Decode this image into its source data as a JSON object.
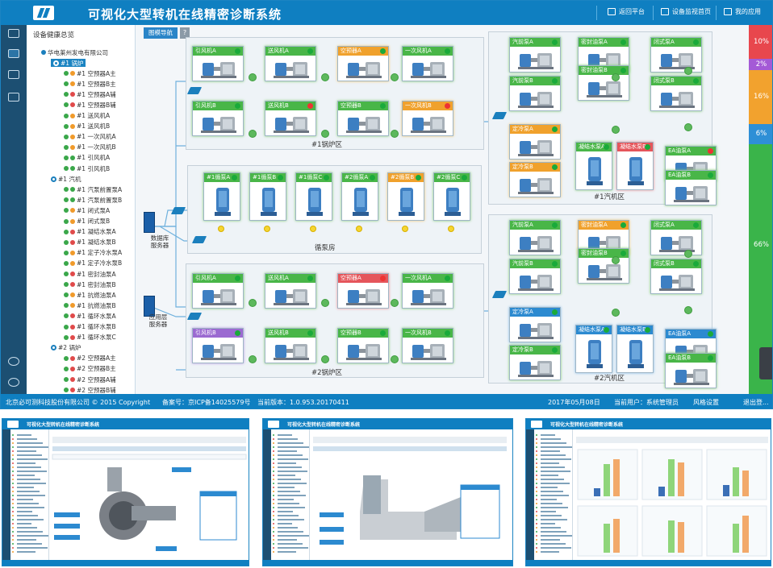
{
  "app": {
    "title": "可视化大型转机在线精密诊断系统"
  },
  "topnav": {
    "back": "返回平台",
    "monitor": "设备监视首页",
    "apps": "我的应用"
  },
  "tree": {
    "title": "设备健康总览",
    "root": "华电莱州发电有限公司",
    "groups": [
      {
        "label": "#1 锅炉",
        "selected": true,
        "items": [
          {
            "label": "#1 空预器A主",
            "s1": "#3aa74a",
            "s2": "#f09a2a"
          },
          {
            "label": "#1 空预器B主",
            "s1": "#3aa74a",
            "s2": "#f09a2a"
          },
          {
            "label": "#1 空预器A辅",
            "s1": "#3aa74a",
            "s2": "#e04a4a"
          },
          {
            "label": "#1 空预器B辅",
            "s1": "#3aa74a",
            "s2": "#e04a4a"
          },
          {
            "label": "#1 送风机A",
            "s1": "#3aa74a",
            "s2": "#f09a2a"
          },
          {
            "label": "#1 送风机B",
            "s1": "#3aa74a",
            "s2": "#f09a2a"
          },
          {
            "label": "#1 一次风机A",
            "s1": "#3aa74a",
            "s2": "#f09a2a"
          },
          {
            "label": "#1 一次风机B",
            "s1": "#3aa74a",
            "s2": "#f09a2a"
          },
          {
            "label": "#1 引风机A",
            "s1": "#3aa74a",
            "s2": "#3aa74a"
          },
          {
            "label": "#1 引风机B",
            "s1": "#3aa74a",
            "s2": "#3aa74a"
          }
        ]
      },
      {
        "label": "#1 汽机",
        "selected": false,
        "items": [
          {
            "label": "#1 汽泵前置泵A",
            "s1": "#3aa74a",
            "s2": "#3aa74a"
          },
          {
            "label": "#1 汽泵前置泵B",
            "s1": "#3aa74a",
            "s2": "#3aa74a"
          },
          {
            "label": "#1 闭式泵A",
            "s1": "#3aa74a",
            "s2": "#f09a2a"
          },
          {
            "label": "#1 闭式泵B",
            "s1": "#3aa74a",
            "s2": "#f09a2a"
          },
          {
            "label": "#1 凝结水泵A",
            "s1": "#3aa74a",
            "s2": "#e04a4a"
          },
          {
            "label": "#1 凝结水泵B",
            "s1": "#3aa74a",
            "s2": "#e04a4a"
          },
          {
            "label": "#1 定子冷水泵A",
            "s1": "#3aa74a",
            "s2": "#f09a2a"
          },
          {
            "label": "#1 定子冷水泵B",
            "s1": "#3aa74a",
            "s2": "#f09a2a"
          },
          {
            "label": "#1 密封油泵A",
            "s1": "#3aa74a",
            "s2": "#e04a4a"
          },
          {
            "label": "#1 密封油泵B",
            "s1": "#3aa74a",
            "s2": "#e04a4a"
          },
          {
            "label": "#1 抗燃油泵A",
            "s1": "#3aa74a",
            "s2": "#f09a2a"
          },
          {
            "label": "#1 抗燃油泵B",
            "s1": "#3aa74a",
            "s2": "#f09a2a"
          },
          {
            "label": "#1 循环水泵A",
            "s1": "#3aa74a",
            "s2": "#e04a4a"
          },
          {
            "label": "#1 循环水泵B",
            "s1": "#3aa74a",
            "s2": "#e04a4a"
          },
          {
            "label": "#1 循环水泵C",
            "s1": "#3aa74a",
            "s2": "#e04a4a"
          }
        ]
      },
      {
        "label": "#2 锅炉",
        "selected": false,
        "items": [
          {
            "label": "#2 空预器A主",
            "s1": "#3aa74a",
            "s2": "#e04a4a"
          },
          {
            "label": "#2 空预器B主",
            "s1": "#3aa74a",
            "s2": "#e04a4a"
          },
          {
            "label": "#2 空预器A辅",
            "s1": "#3aa74a",
            "s2": "#e04a4a"
          },
          {
            "label": "#2 空预器B辅",
            "s1": "#3aa74a",
            "s2": "#e04a4a"
          }
        ]
      }
    ]
  },
  "canvas": {
    "nav_tab": "图模导航",
    "nav_help": "?",
    "zones": {
      "boiler1": "#1锅炉区",
      "pump_house": "循泵房",
      "boiler2": "#2锅炉区",
      "turbine1": "#1汽机区",
      "turbine2": "#2汽机区"
    },
    "servers": {
      "db": "数据库服务器",
      "app": "应用层服务器"
    },
    "boiler1": [
      {
        "label": "引风机A",
        "cls": "g",
        "st": "#1aaa3a"
      },
      {
        "label": "送风机A",
        "cls": "g",
        "st": "#1aaa3a"
      },
      {
        "label": "空预器A",
        "cls": "o",
        "st": "#1aaa3a"
      },
      {
        "label": "一次风机A",
        "cls": "g",
        "st": "#1aaa3a"
      },
      {
        "label": "引风机B",
        "cls": "g",
        "st": "#1aaa3a"
      },
      {
        "label": "送风机B",
        "cls": "g",
        "st": "#e33"
      },
      {
        "label": "空预器B",
        "cls": "g",
        "st": "#1aaa3a"
      },
      {
        "label": "一次风机B",
        "cls": "o",
        "st": "#e33"
      }
    ],
    "pumps": [
      {
        "label": "#1循泵A",
        "cls": "g",
        "st": "#1aaa3a"
      },
      {
        "label": "#1循泵B",
        "cls": "g",
        "st": "#1aaa3a"
      },
      {
        "label": "#1循泵C",
        "cls": "g",
        "st": "#1aaa3a"
      },
      {
        "label": "#2循泵A",
        "cls": "g",
        "st": "#1aaa3a"
      },
      {
        "label": "#2循泵B",
        "cls": "o",
        "st": "#1aaa3a"
      },
      {
        "label": "#2循泵C",
        "cls": "g",
        "st": "#1aaa3a"
      }
    ],
    "boiler2": [
      {
        "label": "引风机A",
        "cls": "g",
        "st": "#1aaa3a"
      },
      {
        "label": "送风机A",
        "cls": "g",
        "st": "#1aaa3a"
      },
      {
        "label": "空预器A",
        "cls": "r",
        "st": "#e33"
      },
      {
        "label": "一次风机A",
        "cls": "g",
        "st": "#1aaa3a"
      },
      {
        "label": "引风机B",
        "cls": "p",
        "st": "#1aaa3a"
      },
      {
        "label": "送风机B",
        "cls": "g",
        "st": "#1aaa3a"
      },
      {
        "label": "空预器B",
        "cls": "g",
        "st": "#1aaa3a"
      },
      {
        "label": "一次风机B",
        "cls": "g",
        "st": "#1aaa3a"
      }
    ],
    "turbine1": [
      {
        "label": "汽前泵A",
        "cls": "g",
        "st": "#1aaa3a"
      },
      {
        "label": "密封油泵A",
        "cls": "g",
        "st": "#1aaa3a"
      },
      {
        "label": "闭式泵A",
        "cls": "g",
        "st": "#1aaa3a"
      },
      {
        "label": "汽前泵B",
        "cls": "g",
        "st": "#1aaa3a"
      },
      {
        "label": "密封油泵B",
        "cls": "g",
        "st": "#1aaa3a"
      },
      {
        "label": "闭式泵B",
        "cls": "g",
        "st": "#1aaa3a"
      },
      {
        "label": "定冷泵A",
        "cls": "o",
        "st": "#1aaa3a"
      },
      {
        "label": "凝结水泵A",
        "cls": "g",
        "st": "#1aaa3a"
      },
      {
        "label": "凝结水泵B",
        "cls": "r",
        "st": "#1aaa3a"
      },
      {
        "label": "EA油泵A",
        "cls": "g",
        "st": "#e33"
      },
      {
        "label": "定冷泵B",
        "cls": "o",
        "st": "#1aaa3a"
      },
      {
        "label": "EA油泵B",
        "cls": "g",
        "st": "#1aaa3a"
      }
    ],
    "turbine2": [
      {
        "label": "汽前泵A",
        "cls": "g",
        "st": "#1aaa3a"
      },
      {
        "label": "密封油泵A",
        "cls": "o",
        "st": "#1aaa3a"
      },
      {
        "label": "闭式泵A",
        "cls": "g",
        "st": "#1aaa3a"
      },
      {
        "label": "汽前泵B",
        "cls": "g",
        "st": "#1aaa3a"
      },
      {
        "label": "密封油泵B",
        "cls": "g",
        "st": "#1aaa3a"
      },
      {
        "label": "闭式泵B",
        "cls": "g",
        "st": "#1aaa3a"
      },
      {
        "label": "定冷泵A",
        "cls": "b",
        "st": "#1aaa3a"
      },
      {
        "label": "凝结水泵A",
        "cls": "b",
        "st": "#1aaa3a"
      },
      {
        "label": "凝结水泵B",
        "cls": "b",
        "st": "#1aaa3a"
      },
      {
        "label": "EA油泵A",
        "cls": "b",
        "st": "#1aaa3a"
      },
      {
        "label": "定冷泵B",
        "cls": "g",
        "st": "#1aaa3a"
      },
      {
        "label": "EA油泵B",
        "cls": "g",
        "st": "#1aaa3a"
      }
    ]
  },
  "health_bar": [
    {
      "label": "10%",
      "value": 10,
      "color": "#e8474d"
    },
    {
      "label": "2%",
      "value": 2,
      "color": "#a45ad6"
    },
    {
      "label": "16%",
      "value": 16,
      "color": "#f2a22e"
    },
    {
      "label": "6%",
      "value": 6,
      "color": "#2e8fd6"
    },
    {
      "label": "66%",
      "value": 66,
      "color": "#3ab44a"
    }
  ],
  "status": {
    "copyright": "北京必可测科技股份有限公司 © 2015 Copyright",
    "icp": "备案号：京ICP备14025579号",
    "version": "当前版本：1.0.953.20170411",
    "date": "2017年05月08日",
    "user": "当前用户：系统管理员",
    "style": "风格设置",
    "logout": "退出登..."
  },
  "thumbs": [
    {
      "title": "可视化大型转机在线精密诊断系统"
    },
    {
      "title": "可视化大型转机在线精密诊断系统"
    },
    {
      "title": "可视化大型转机在线精密诊断系统"
    }
  ]
}
